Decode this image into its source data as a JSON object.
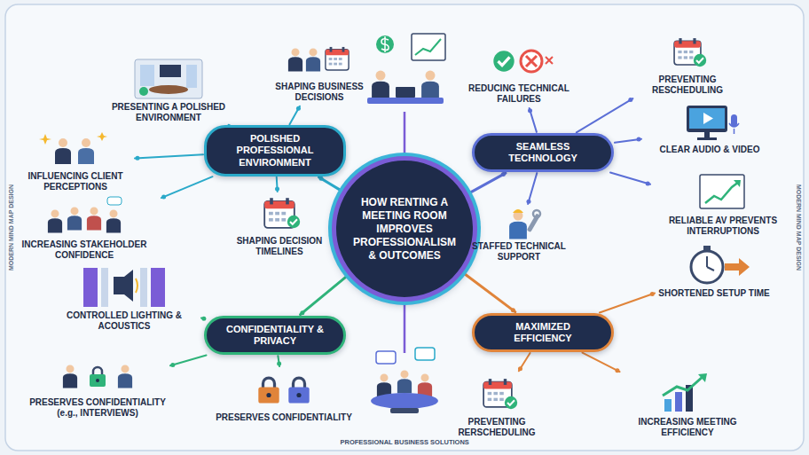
{
  "diagram": {
    "nodes": [
      {
        "text": [
          "HOW RENTING A MEETING ROOM IMPROVES PROFESSIONALISM & OUTCOMES"
        ]
      },
      {
        "text": [
          "POLISHED PROFESSIONAL ENVIRONMENT"
        ]
      },
      {
        "text": [
          "PRESENTING A POLISHED ENVIRONMENT"
        ]
      },
      {
        "text": [
          "SHAPING BUSINESS DECISIONS"
        ]
      },
      {
        "text": [
          "INFLUENCING CLIENT PERCEPTIONS"
        ]
      },
      {
        "text": [
          "INCREASING STAKEHOLDER CONFIDENCE"
        ]
      },
      {
        "text": [
          "SHAPING DECISION TIMELINES"
        ]
      },
      {
        "text": [
          "SEAMLESS TECHNOLOGY"
        ]
      },
      {
        "text": [
          "REDUCING TECHNICAL FAILURES"
        ]
      },
      {
        "text": [
          "PREVENTING RESCHEDULING"
        ]
      },
      {
        "text": [
          "CLEAR AUDIO & VIDEO"
        ]
      },
      {
        "text": [
          "RELIABLE AV PREVENTS INTERRUPTIONS"
        ]
      },
      {
        "text": [
          "STAFFED TECHNICAL SUPPORT"
        ]
      },
      {
        "text": [
          "CONFIDENTIALITY & PRIVACY"
        ]
      },
      {
        "text": [
          "CONTROLLED LIGHTING & ACOUSTICS"
        ]
      },
      {
        "text": [
          "PRESERVES CONFIDENTIALITY (e.g., INTERVIEWS)"
        ]
      },
      {
        "text": [
          "PRESERVES CONFIDENTIALITY"
        ]
      },
      {
        "text": [
          "MAXIMIZED EFFICIENCY"
        ]
      },
      {
        "text": [
          "SHORTENED SETUP TIME"
        ]
      },
      {
        "text": [
          "PREVENTING RERSCHEDULING"
        ]
      },
      {
        "text": [
          "INCREASING MEETING EFFICIENCY"
        ]
      }
    ],
    "edges": [
      {
        "from": 0,
        "to": 1,
        "arrow": "none"
      },
      {
        "from": 0,
        "to": 7,
        "arrow": "none"
      },
      {
        "from": 0,
        "to": 13,
        "arrow": "none"
      },
      {
        "from": 0,
        "to": 17,
        "arrow": "none"
      },
      {
        "from": 1,
        "to": 2,
        "arrow": "none"
      },
      {
        "from": 1,
        "to": 3,
        "arrow": "none"
      },
      {
        "from": 1,
        "to": 4,
        "arrow": "none"
      },
      {
        "from": 1,
        "to": 5,
        "arrow": "none"
      },
      {
        "from": 1,
        "to": 6,
        "arrow": "none"
      },
      {
        "from": 7,
        "to": 8,
        "arrow": "none"
      },
      {
        "from": 7,
        "to": 9,
        "arrow": "none"
      },
      {
        "from": 7,
        "to": 10,
        "arrow": "none"
      },
      {
        "from": 7,
        "to": 11,
        "arrow": "none"
      },
      {
        "from": 7,
        "to": 12,
        "arrow": "none"
      },
      {
        "from": 13,
        "to": 14,
        "arrow": "none"
      },
      {
        "from": 13,
        "to": 15,
        "arrow": "none"
      },
      {
        "from": 13,
        "to": 16,
        "arrow": "none"
      },
      {
        "from": 17,
        "to": 18,
        "arrow": "none"
      },
      {
        "from": 17,
        "to": 19,
        "arrow": "none"
      },
      {
        "from": 17,
        "to": 20,
        "arrow": "none"
      }
    ],
    "labels": [
      "MODERN MIND MAP DESIGN",
      "MODERN MIND MAP DESIGN",
      "PROFESSIONAL BUSINESS SOLUTIONS"
    ]
  }
}
